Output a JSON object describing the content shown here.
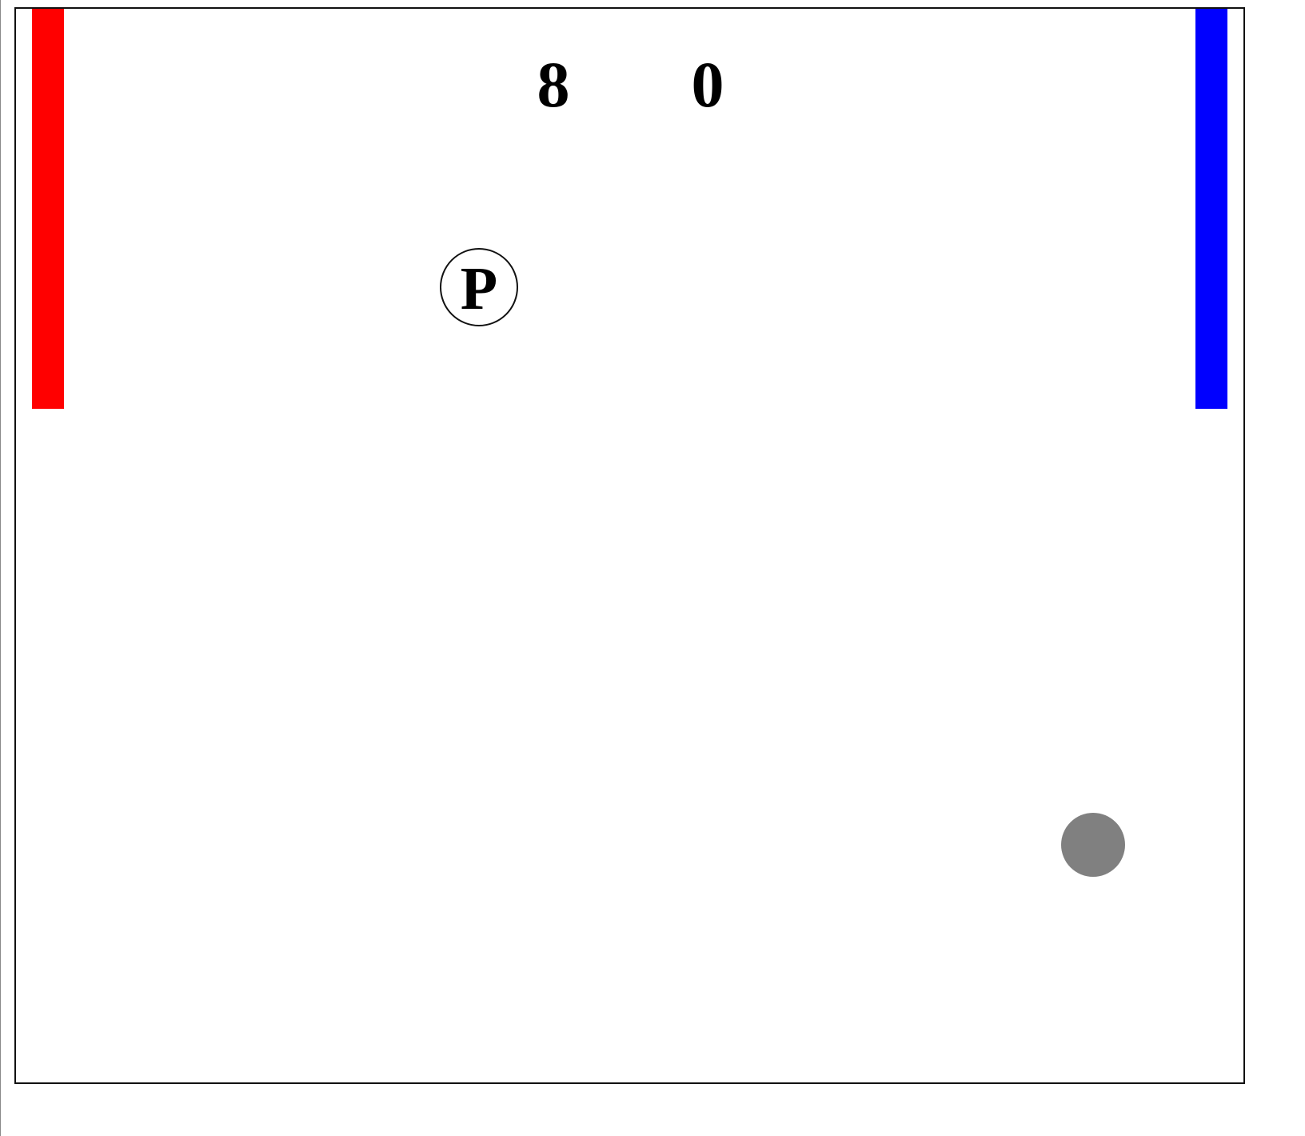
{
  "scores": {
    "left": "8",
    "right": "0"
  },
  "pause_button": {
    "label": "P"
  },
  "colors": {
    "left_paddle": "#ff0000",
    "right_paddle": "#0000ff",
    "ball": "#808080",
    "board_border": "#111111",
    "background": "#ffffff"
  }
}
